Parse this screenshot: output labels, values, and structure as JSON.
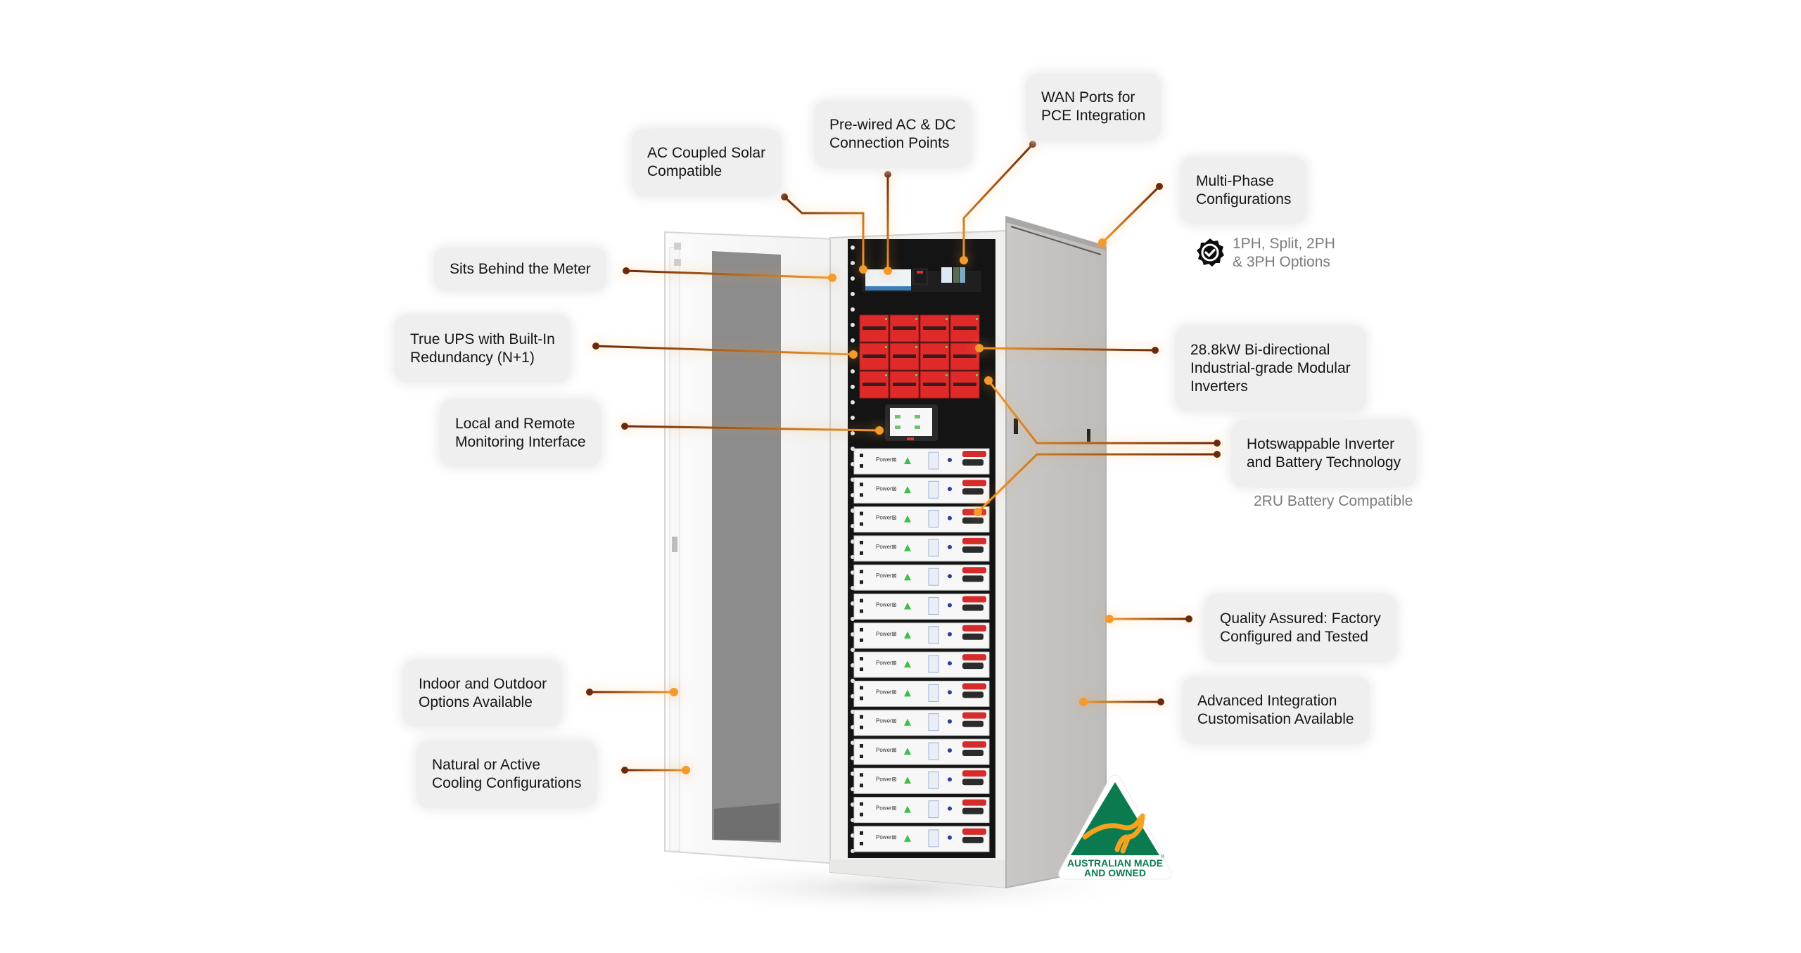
{
  "callouts": {
    "ac_coupled_solar": {
      "lines": [
        "AC Coupled Solar",
        "Compatible"
      ]
    },
    "pre_wired": {
      "lines": [
        "Pre-wired AC & DC",
        "Connection Points"
      ]
    },
    "wan_ports": {
      "lines": [
        "WAN Ports for",
        "PCE Integration"
      ]
    },
    "multi_phase": {
      "lines": [
        "Multi-Phase",
        "Configurations"
      ]
    },
    "behind_meter": {
      "lines": [
        "Sits Behind the Meter"
      ]
    },
    "true_ups": {
      "lines": [
        "True UPS with Built-In",
        "Redundancy (N+1)"
      ]
    },
    "monitoring": {
      "lines": [
        "Local and Remote",
        "Monitoring Interface"
      ]
    },
    "inverters": {
      "lines": [
        "28.8kW Bi-directional",
        "Industrial-grade Modular",
        "Inverters"
      ]
    },
    "hotswap": {
      "lines": [
        "Hotswappable Inverter",
        "and Battery Technology"
      ]
    },
    "quality": {
      "lines": [
        "Quality Assured: Factory",
        "Configured and Tested"
      ]
    },
    "advanced": {
      "lines": [
        "Advanced Integration",
        "Customisation Available"
      ]
    },
    "indoor_outdoor": {
      "lines": [
        "Indoor and Outdoor",
        "Options Available"
      ]
    },
    "cooling": {
      "lines": [
        "Natural or Active",
        "Cooling Configurations"
      ]
    }
  },
  "notes": {
    "phase_options": [
      "1PH, Split, 2PH",
      "& 3PH Options"
    ],
    "battery_compat": "2RU Battery Compatible"
  },
  "product": {
    "battery_brand": "Power⊠",
    "battery_module_count": 14,
    "inverter_module_rows": 3,
    "inverter_module_cols": 4
  },
  "logo": {
    "line1": "AUSTRALIAN MADE",
    "line2": "AND OWNED",
    "registered": "®"
  },
  "colors": {
    "accent_orange": "#f39a2a",
    "line_dark": "#6b2a0a",
    "label_bg": "#efefef",
    "inverter_red": "#e02a2a",
    "logo_green": "#0b7a4f",
    "logo_gold": "#f4a31e"
  }
}
